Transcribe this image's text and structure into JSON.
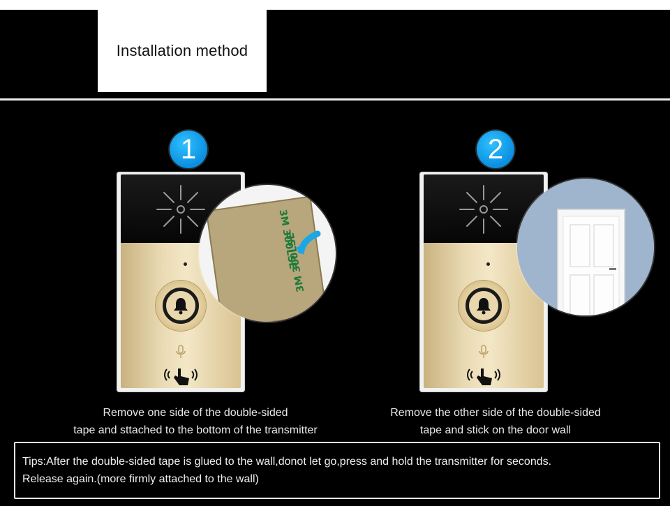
{
  "header": {
    "title": "Installation method"
  },
  "steps": [
    {
      "number": "1",
      "caption_line1": "Remove one side of the double-sided",
      "caption_line2": "tape and sttached to the bottom of the transmitter",
      "inset_icon": "double-sided-tape-icon"
    },
    {
      "number": "2",
      "caption_line1": "Remove the other side of the double-sided",
      "caption_line2": "tape and stick on the door wall",
      "inset_icon": "door-icon"
    }
  ],
  "tape": {
    "label": "3M 300LSE"
  },
  "tips": {
    "line1": "Tips:After the double-sided tape is glued to the wall,donot let go,press and hold the transmitter for seconds.",
    "line2": "Release again.(more firmly attached to the wall)"
  },
  "colors": {
    "background": "#000000",
    "badge": "#12a4f0",
    "device_gold": "#e6d5a8",
    "device_black": "#0b0b0b",
    "wall": "#9fb4cd"
  },
  "icons": [
    "speaker-icon",
    "bell-icon",
    "microphone-icon",
    "touch-hand-icon",
    "arrow-icon",
    "door-icon"
  ]
}
